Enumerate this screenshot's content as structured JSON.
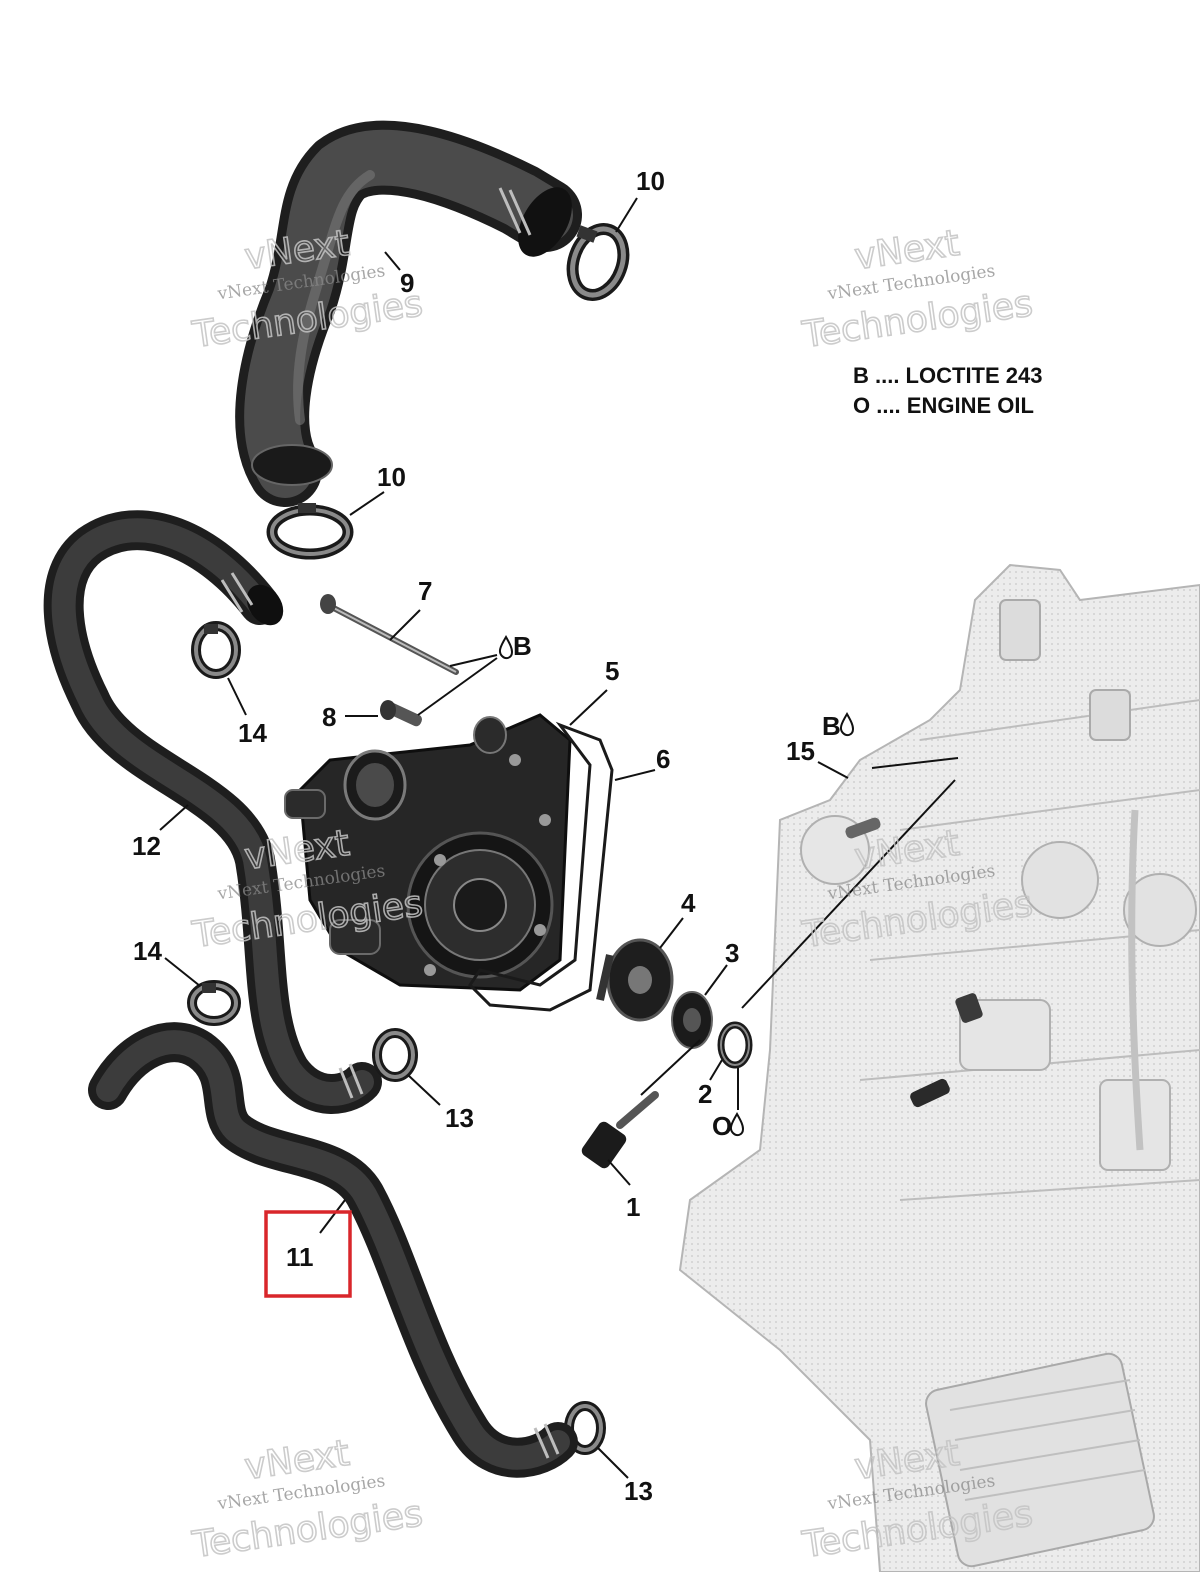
{
  "callouts": {
    "c1": "1",
    "c2": "2",
    "c3": "3",
    "c4": "4",
    "c5": "5",
    "c6": "6",
    "c7": "7",
    "c8": "8",
    "c9": "9",
    "c10a": "10",
    "c10b": "10",
    "c11": "11",
    "c12": "12",
    "c13a": "13",
    "c13b": "13",
    "c14a": "14",
    "c14b": "14",
    "c15": "15"
  },
  "symbols": {
    "b_on_7_8": "B",
    "b_on_15": "B",
    "o_on_2": "O"
  },
  "legend": {
    "line1": "B .... LOCTITE 243",
    "line2": "O .... ENGINE OIL"
  },
  "watermark": {
    "brand": "vNext",
    "word": "Technologies",
    "full": "vNext Technologies"
  },
  "highlight_color": "#d9262b",
  "hose_color": "#1e1e1e"
}
